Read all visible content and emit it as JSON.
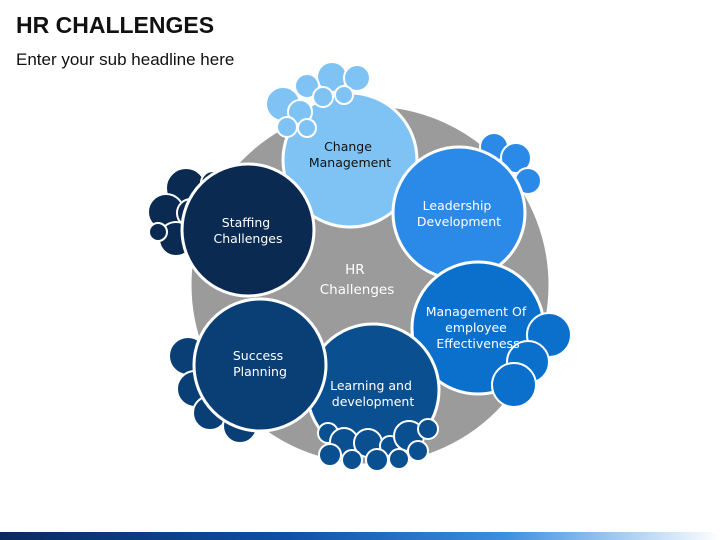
{
  "header": {
    "title": "HR CHALLENGES",
    "subtitle": "Enter your sub headline here"
  },
  "hub": {
    "label_lines": [
      "HR",
      "Challenges"
    ],
    "color": "#9b9b9b"
  },
  "nodes": [
    {
      "id": "change-management",
      "label_lines": [
        "Change",
        "Management"
      ],
      "color": "#7fc3f4",
      "text_color": "#111111"
    },
    {
      "id": "leadership-development",
      "label_lines": [
        "Leadership",
        "Development"
      ],
      "color": "#2b8ae8",
      "text_color": "#ffffff"
    },
    {
      "id": "management-of-employee-effectiveness",
      "label_lines": [
        "Management Of",
        "employee",
        "Effectiveness"
      ],
      "color": "#0b6fcc",
      "text_color": "#ffffff"
    },
    {
      "id": "learning-and-development",
      "label_lines": [
        "Learning and",
        "development"
      ],
      "color": "#0a4f8f",
      "text_color": "#ffffff"
    },
    {
      "id": "success-planning",
      "label_lines": [
        "Success",
        "Planning"
      ],
      "color": "#0a3f76",
      "text_color": "#ffffff"
    },
    {
      "id": "staffing-challenges",
      "label_lines": [
        "Staffing",
        "Challenges"
      ],
      "color": "#0a2a52",
      "text_color": "#ffffff"
    }
  ]
}
